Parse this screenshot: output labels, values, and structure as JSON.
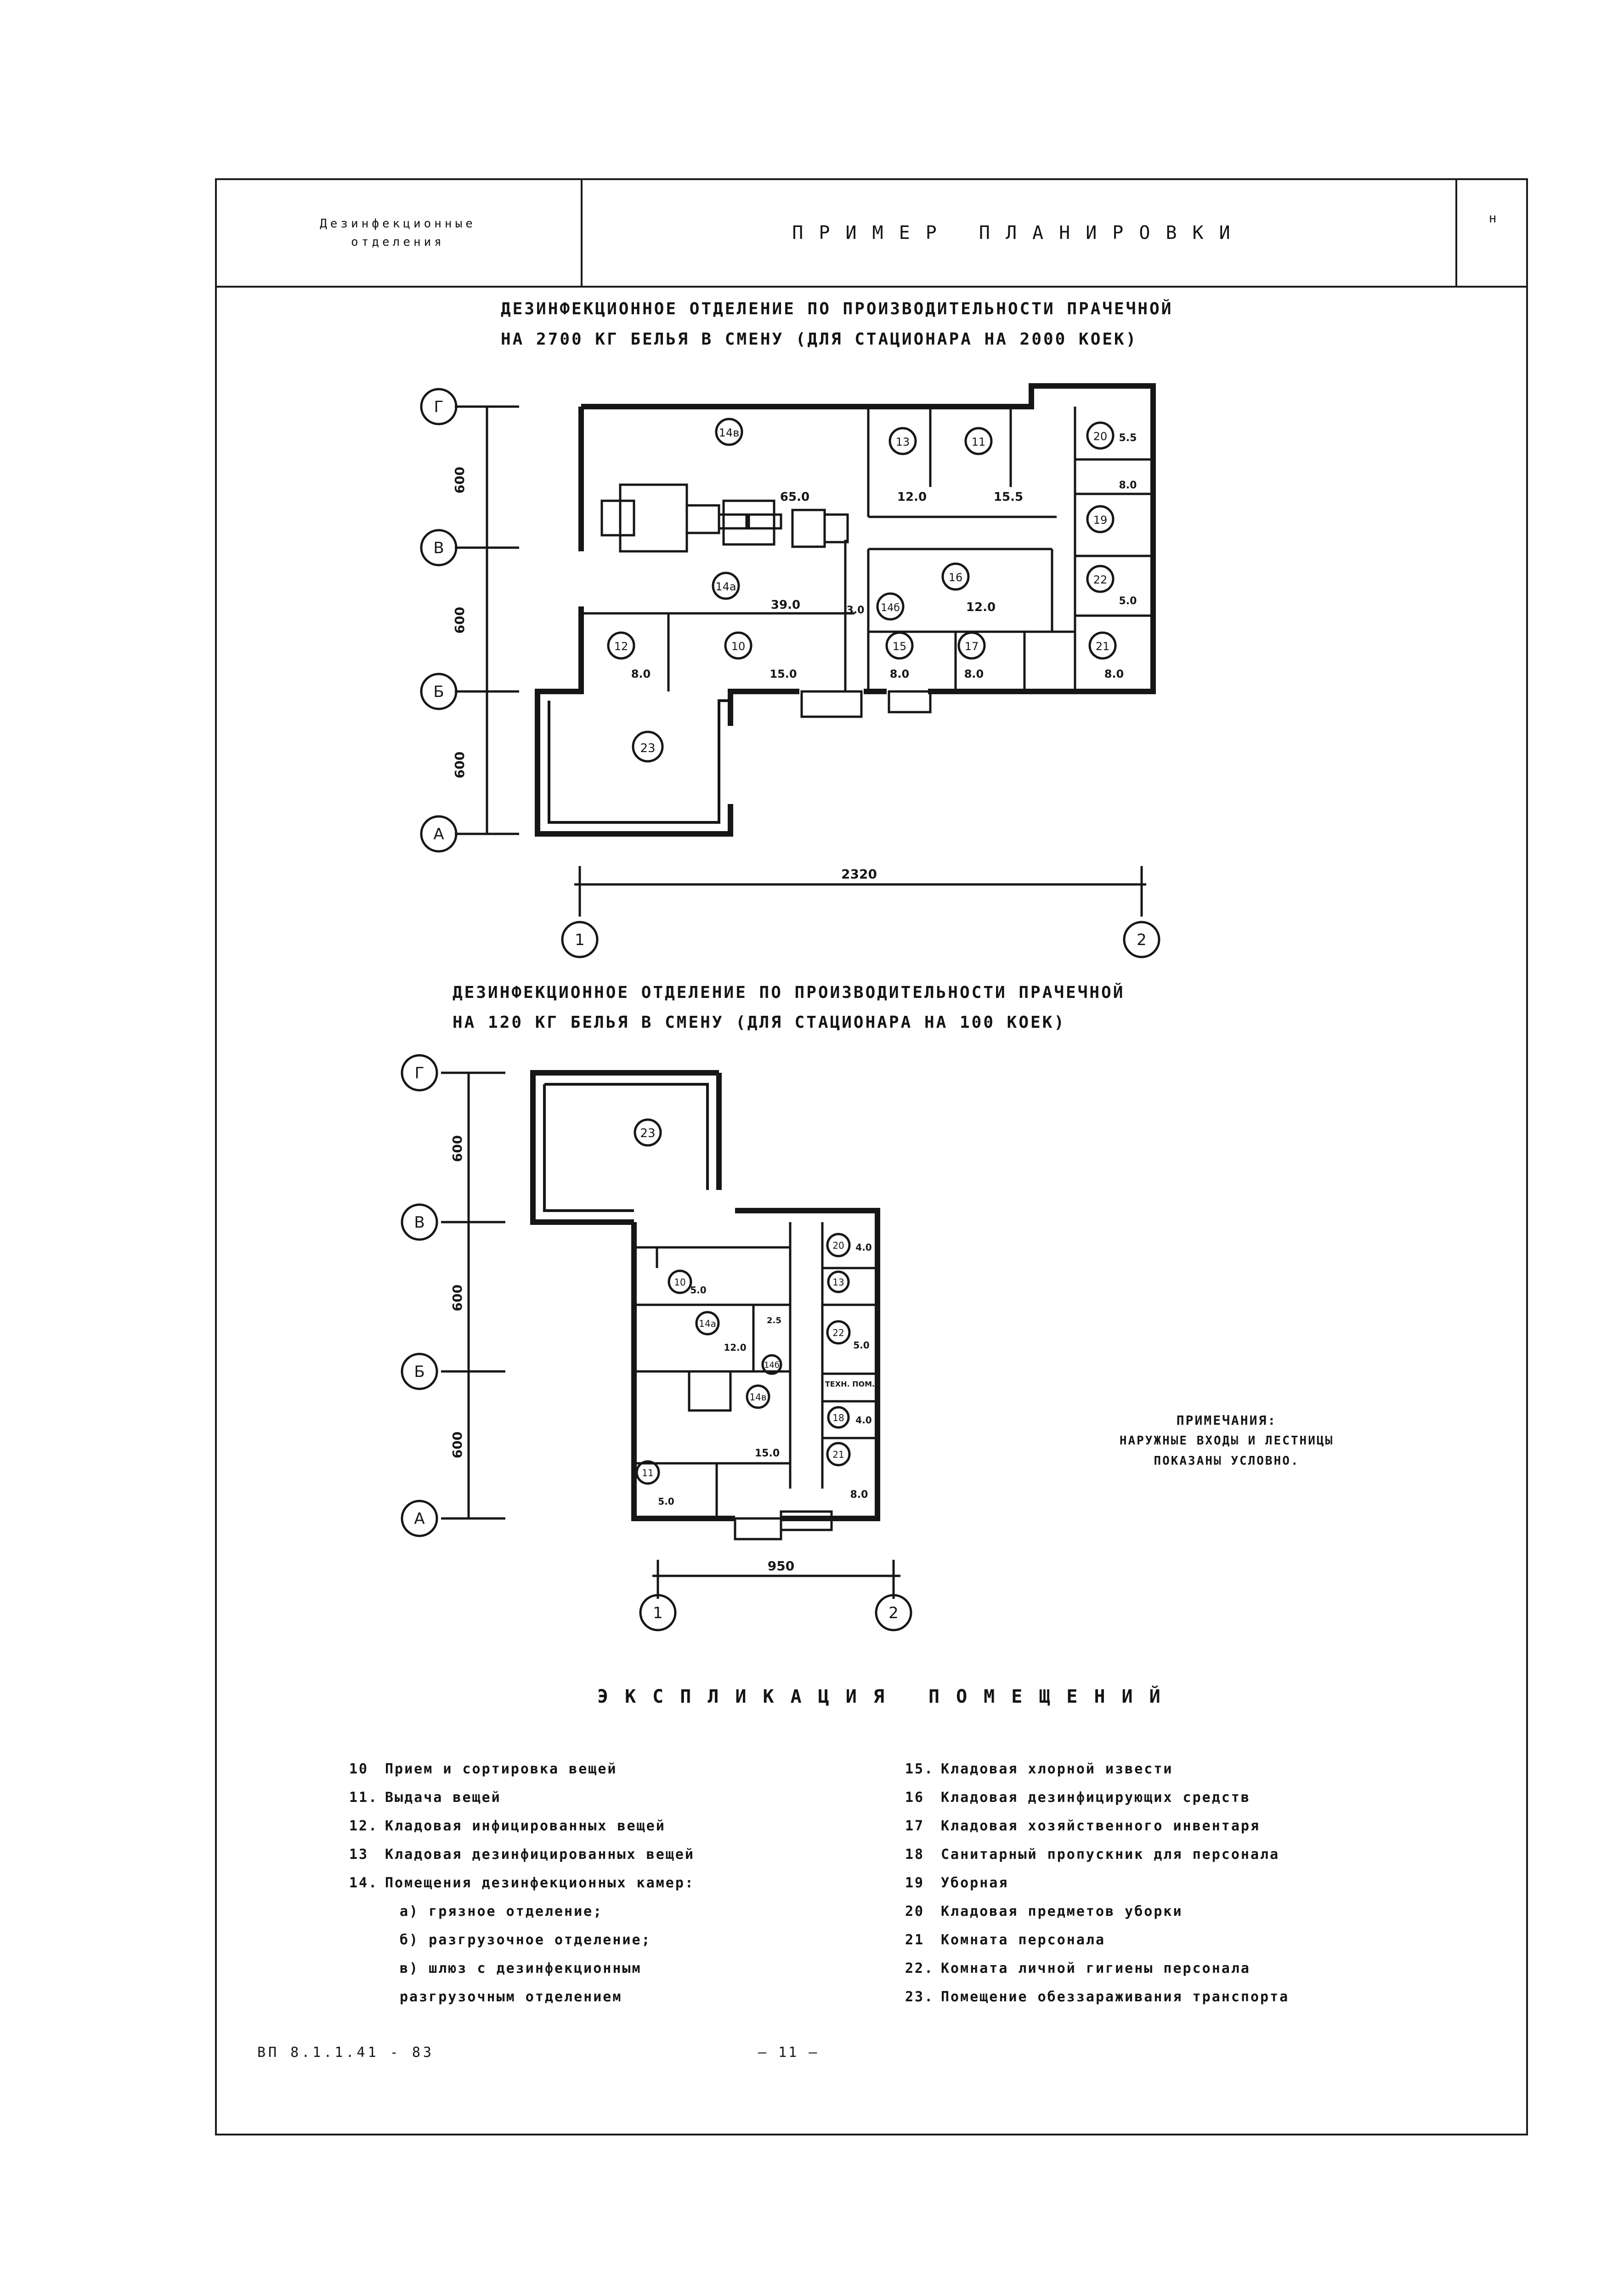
{
  "header": {
    "section_label": "Дезинфекционные\nотделения",
    "page_heading": "ПРИМЕР ПЛАНИРОВКИ",
    "sheet_corner": "н"
  },
  "plan_large": {
    "title_line1": "ДЕЗИНФЕКЦИОННОЕ ОТДЕЛЕНИЕ ПО ПРОИЗВОДИТЕЛЬНОСТИ ПРАЧЕЧНОЙ",
    "title_line2": "НА 2700 КГ БЕЛЬЯ В СМЕНУ (ДЛЯ СТАЦИОНАРА НА 2000 КОЕК)",
    "axes_rows": [
      "Г",
      "В",
      "Б",
      "А"
    ],
    "axes_cols": [
      "1",
      "2"
    ],
    "dim_vertical": [
      "600",
      "600",
      "600"
    ],
    "dim_horizontal": "2320",
    "rooms": [
      {
        "no": "14в",
        "area": "65.0"
      },
      {
        "no": "14а",
        "area": "39.0"
      },
      {
        "no": "13",
        "area": "12.0"
      },
      {
        "no": "11",
        "area": "15.5"
      },
      {
        "no": "20",
        "area": "5.5"
      },
      {
        "no": "19",
        "area": "8.0"
      },
      {
        "no": "16",
        "area": "12.0"
      },
      {
        "no": "14б",
        "area": "3.0"
      },
      {
        "no": "22",
        "area": "5.0"
      },
      {
        "no": "12",
        "area": "8.0"
      },
      {
        "no": "10",
        "area": "15.0"
      },
      {
        "no": "15",
        "area": "8.0"
      },
      {
        "no": "17",
        "area": "8.0"
      },
      {
        "no": "21",
        "area": "8.0"
      },
      {
        "no": "23",
        "area": ""
      }
    ]
  },
  "plan_small": {
    "title_line1": "ДЕЗИНФЕКЦИОННОЕ ОТДЕЛЕНИЕ ПО ПРОИЗВОДИТЕЛЬНОСТИ ПРАЧЕЧНОЙ",
    "title_line2": "НА 120 КГ БЕЛЬЯ В СМЕНУ (ДЛЯ СТАЦИОНАРА НА 100 КОЕК)",
    "axes_rows": [
      "Г",
      "В",
      "Б",
      "А"
    ],
    "axes_cols": [
      "1",
      "2"
    ],
    "dim_vertical": [
      "600",
      "600",
      "600"
    ],
    "dim_horizontal": "950",
    "rooms": [
      {
        "no": "23",
        "area": ""
      },
      {
        "no": "20",
        "area": "4.0"
      },
      {
        "no": "13",
        "area": ""
      },
      {
        "no": "22",
        "area": "5.0"
      },
      {
        "no": "18",
        "area": "4.0"
      },
      {
        "no": "21",
        "area": "8.0"
      },
      {
        "no": "10",
        "area": "5.0"
      },
      {
        "no": "14а",
        "area": "12.0"
      },
      {
        "no": "14б",
        "area": "2.5"
      },
      {
        "no": "11",
        "area": "5.0"
      },
      {
        "no": "14в",
        "area": "15.0"
      }
    ],
    "label_tech": "ТЕХН. ПОМ."
  },
  "notes": {
    "title": "ПРИМЕЧАНИЯ:",
    "text_line1": "НАРУЖНЫЕ ВХОДЫ И ЛЕСТНИЦЫ",
    "text_line2": "ПОКАЗАНЫ УСЛОВНО."
  },
  "legend": {
    "title": "ЭКСПЛИКАЦИЯ ПОМЕЩЕНИЙ",
    "left": [
      {
        "num": "10",
        "text": "Прием и сортировка вещей"
      },
      {
        "num": "11.",
        "text": "Выдача вещей"
      },
      {
        "num": "12.",
        "text": "Кладовая инфицированных вещей"
      },
      {
        "num": "13",
        "text": "Кладовая дезинфицированных вещей"
      },
      {
        "num": "14.",
        "text": "Помещения дезинфекционных камер:"
      },
      {
        "num": "",
        "text": "а) грязное отделение;"
      },
      {
        "num": "",
        "text": "б) разгрузочное отделение;"
      },
      {
        "num": "",
        "text": "в) шлюз с дезинфекционным"
      },
      {
        "num": "",
        "text": "разгрузочным отделением"
      }
    ],
    "right": [
      {
        "num": "15.",
        "text": "Кладовая хлорной извести"
      },
      {
        "num": "16",
        "text": "Кладовая дезинфицирующих средств"
      },
      {
        "num": "17",
        "text": "Кладовая хозяйственного инвентаря"
      },
      {
        "num": "18",
        "text": "Санитарный пропускник для персонала"
      },
      {
        "num": "19",
        "text": "Уборная"
      },
      {
        "num": "20",
        "text": "Кладовая предметов уборки"
      },
      {
        "num": "21",
        "text": "Комната персонала"
      },
      {
        "num": "22.",
        "text": "Комната личной гигиены персонала"
      },
      {
        "num": "23.",
        "text": "Помещение обеззараживания транспорта"
      }
    ]
  },
  "footer": {
    "code": "ВП 8.1.1.41 - 83",
    "page": "— 11 —"
  }
}
